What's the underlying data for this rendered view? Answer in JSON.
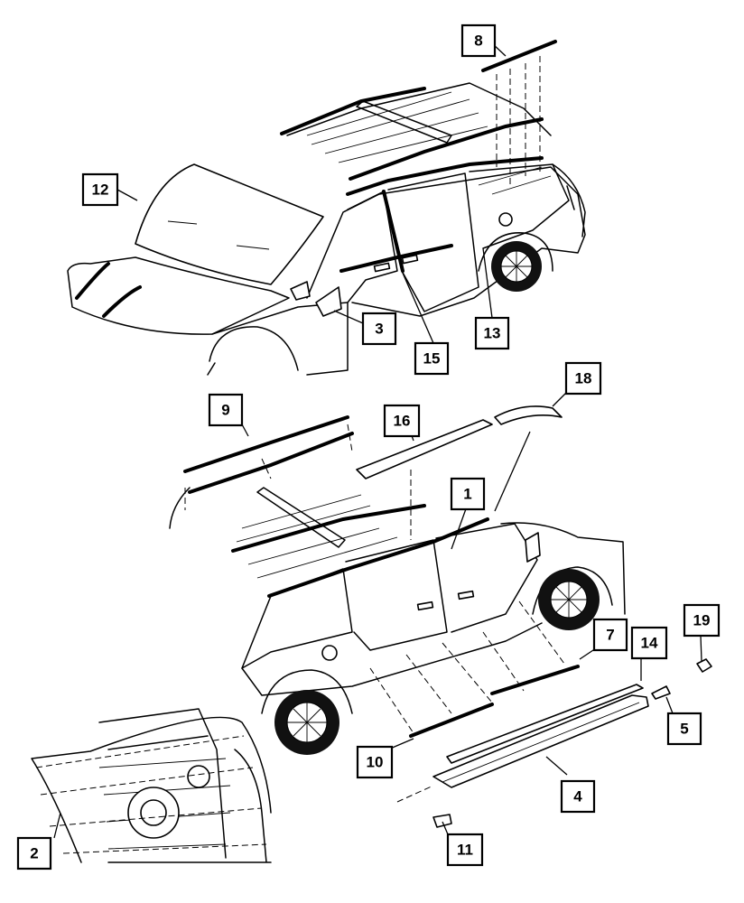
{
  "callouts": [
    {
      "id": "1",
      "label": "1"
    },
    {
      "id": "2",
      "label": "2"
    },
    {
      "id": "3",
      "label": "3"
    },
    {
      "id": "4",
      "label": "4"
    },
    {
      "id": "5",
      "label": "5"
    },
    {
      "id": "7",
      "label": "7"
    },
    {
      "id": "8",
      "label": "8"
    },
    {
      "id": "9",
      "label": "9"
    },
    {
      "id": "10",
      "label": "10"
    },
    {
      "id": "11",
      "label": "11"
    },
    {
      "id": "12",
      "label": "12"
    },
    {
      "id": "13",
      "label": "13"
    },
    {
      "id": "14",
      "label": "14"
    },
    {
      "id": "15",
      "label": "15"
    },
    {
      "id": "16",
      "label": "16"
    },
    {
      "id": "18",
      "label": "18"
    },
    {
      "id": "19",
      "label": "19"
    }
  ]
}
